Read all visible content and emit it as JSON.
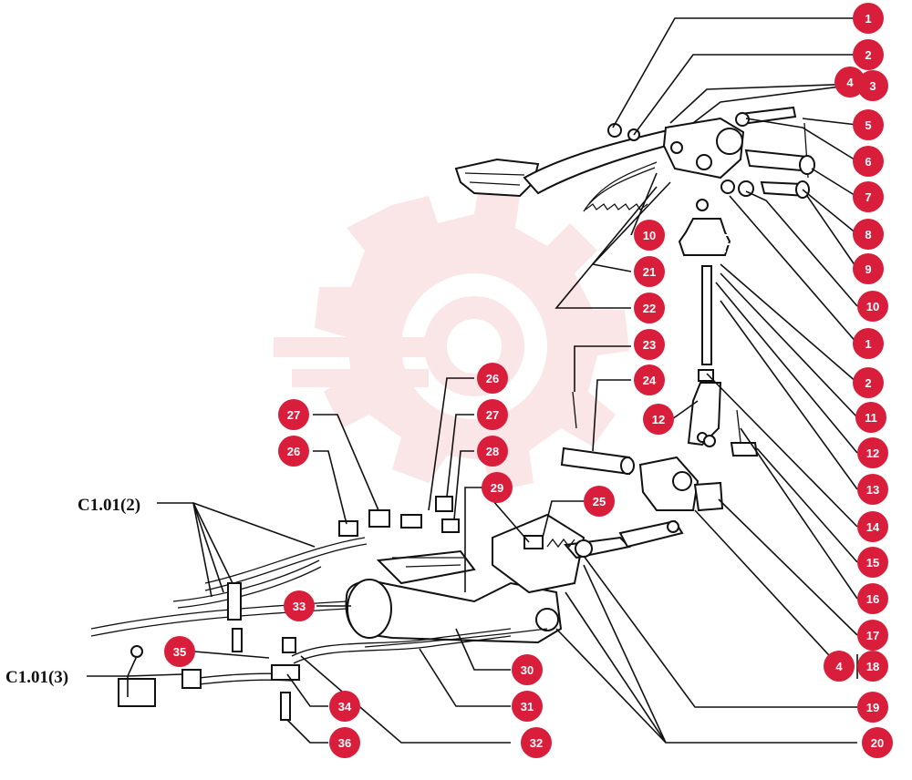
{
  "colors": {
    "badge": "#d81e3a",
    "badge_text": "#ffffff",
    "line": "#111111",
    "watermark": "#f4c9c9"
  },
  "watermark": {
    "icon": "gear-logo-watermark"
  },
  "references": {
    "c1": "C1.01(2)",
    "c2": "C1.01(3)"
  },
  "callouts": {
    "c1": "1",
    "c2": "2",
    "c3": "3",
    "c4": "4",
    "c5": "5",
    "c6": "6",
    "c7": "7",
    "c8": "8",
    "c9": "9",
    "c10": "10",
    "c11": "1",
    "c12": "2",
    "c13": "11",
    "c14": "12",
    "c15": "13",
    "c16": "14",
    "c17": "15",
    "c18": "16",
    "c19": "17",
    "c20": "4",
    "c21": "18",
    "c22": "19",
    "c23": "20",
    "c24": "10",
    "c25": "21",
    "c26": "22",
    "c27": "23",
    "c28": "24",
    "c29": "12",
    "c30": "26",
    "c31": "27",
    "c32": "28",
    "c33": "29",
    "c34": "25",
    "c35": "27",
    "c36": "26",
    "c37": "33",
    "c38": "30",
    "c39": "31",
    "c40": "32",
    "c41": "35",
    "c42": "34",
    "c43": "36"
  }
}
